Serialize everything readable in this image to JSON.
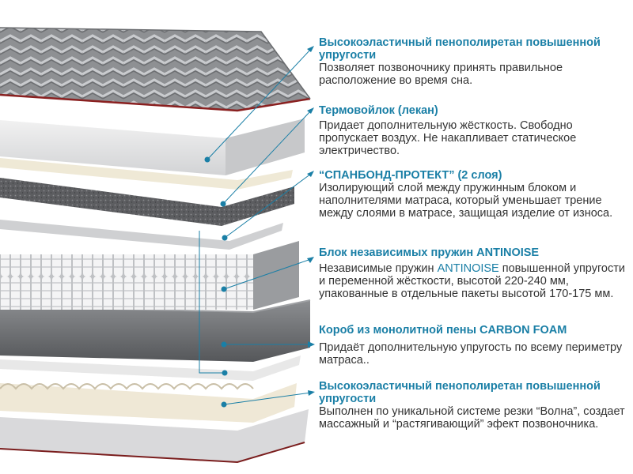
{
  "accent_color": "#1a7fa6",
  "text_color": "#333333",
  "layers": [
    {
      "title": "Высокоэластичный пенополиретан повышенной упругости",
      "body": "Позволяет позвоночнику принять правильное расположение во время сна."
    },
    {
      "title": "Термовойлок (лекан)",
      "body": "Придает дополнительную жёсткость. Свободно пропускает воздух. Не накапливает статическое электричество."
    },
    {
      "title": "“СПАНБОНД-ПРОТЕКТ” (2 слоя)",
      "body": "Изолирующий слой между пружинным блоком и наполнителями матраса, который уменьшает трение между слоями в матрасе, защищая изделие от износа."
    },
    {
      "title": "Блок независимых пружин  ANTINOISE",
      "body_prefix": "Независимые пружин ",
      "body_highlight": "ANTINOISE",
      "body_suffix": " повышенной упругости и переменной жёсткости, высотой 220-240 мм, упакованные в отдельные пакеты высотой 170-175 мм."
    },
    {
      "title": "Короб из монолитной пены CARBON FOAM",
      "body": "Придаёт дополнительную упругость по всему периметру матраса.."
    },
    {
      "title": "Высокоэластичный пенополиретан повышенной упругости",
      "body": "Выполнен по уникальной системе резки “Волна”, создает массажный и “растягивающий” эфект позвоночника."
    }
  ]
}
